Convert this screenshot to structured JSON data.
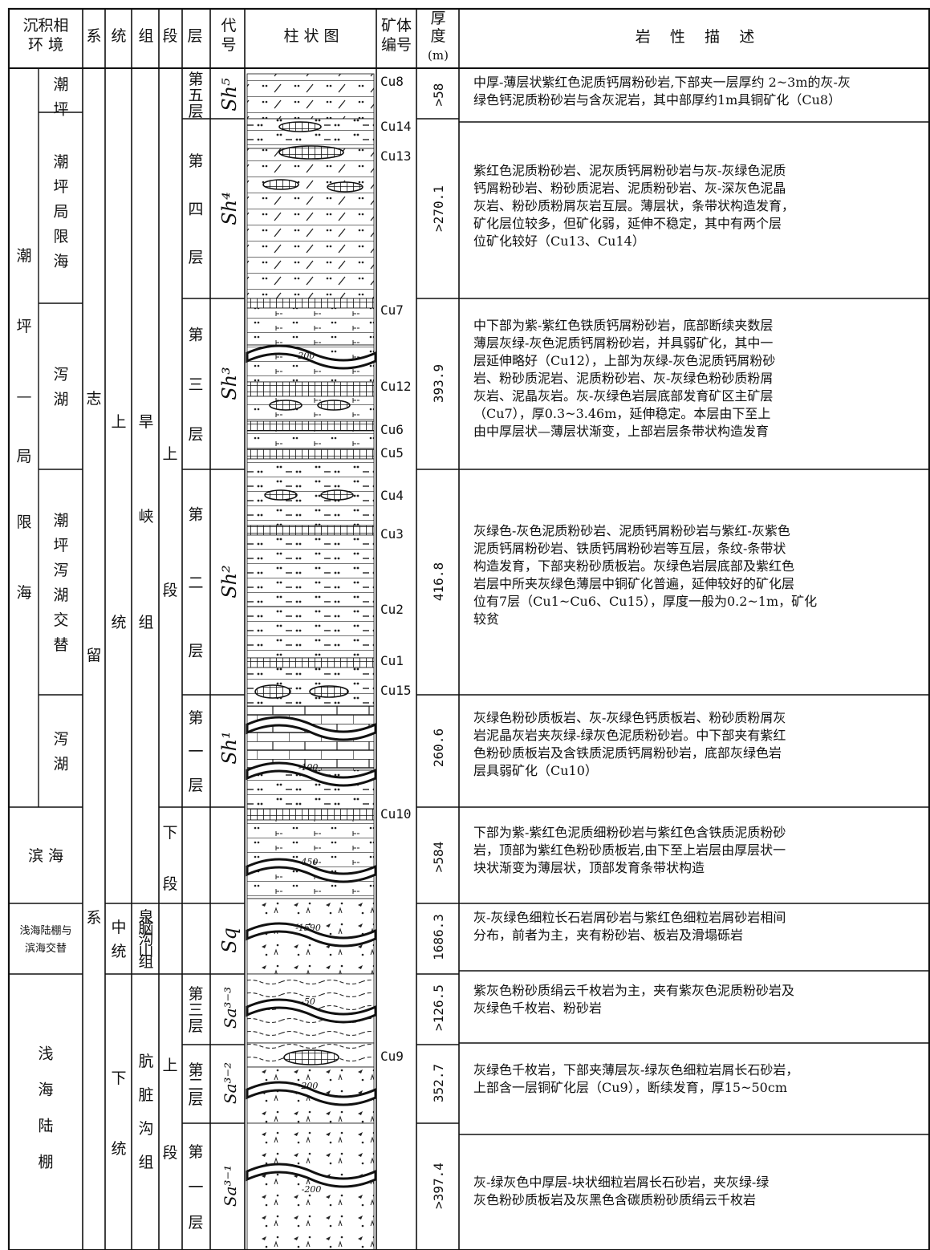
{
  "headers": {
    "env": [
      "沉积相",
      "环 境"
    ],
    "system": "系",
    "series": "统",
    "group": "组",
    "member": "段",
    "layer": "层",
    "code": [
      "代",
      "号"
    ],
    "column": "柱 状 图",
    "orebody": [
      "矿体",
      "编号"
    ],
    "thickness": [
      "厚",
      "度",
      "(m)"
    ],
    "lithology": "岩    性    描    述"
  },
  "env_big": [
    "潮",
    "坪",
    "—",
    "局",
    "限",
    "海"
  ],
  "env_sub": [
    {
      "text": "潮坪"
    },
    {
      "text": "潮坪局限海"
    },
    {
      "text": "泻湖"
    },
    {
      "text": "潮坪泻湖交替"
    },
    {
      "text": "泻湖"
    }
  ],
  "env_full": [
    {
      "text": "滨 海"
    },
    {
      "text": "浅海陆棚与滨海交替"
    },
    {
      "text": "浅海陆棚"
    }
  ],
  "system_labels": [
    "志",
    "留",
    "系"
  ],
  "series_labels": [
    {
      "text": "上统"
    },
    {
      "text": "中统"
    },
    {
      "text": "下统"
    }
  ],
  "group_labels": [
    {
      "text": "旱峡组"
    },
    {
      "text": "泉脑沟山组"
    },
    {
      "text": "肮脏沟组"
    }
  ],
  "member_labels": [
    {
      "text": "上段"
    },
    {
      "text": "下段"
    },
    {
      "text": "上段"
    }
  ],
  "layer_labels": [
    {
      "text": "第五层"
    },
    {
      "text": "第四层"
    },
    {
      "text": "第三层"
    },
    {
      "text": "第二层"
    },
    {
      "text": "第一层"
    },
    {
      "text": "第三层"
    },
    {
      "text": "第二层"
    },
    {
      "text": "第一层"
    }
  ],
  "code_labels": [
    "Sh⁵",
    "Sh⁴",
    "Sh³",
    "Sh²",
    "Sh¹",
    "Sq",
    "Sa³⁻³",
    "Sa³⁻²",
    "Sa³⁻¹"
  ],
  "ore_labels": [
    "Cu8",
    "Cu14",
    "Cu13",
    "Cu7",
    "Cu12",
    "Cu6",
    "Cu5",
    "Cu4",
    "Cu3",
    "Cu2",
    "Cu1",
    "Cu15",
    "Cu10",
    "Cu9"
  ],
  "column_annotations": [
    "-200",
    "-100",
    "-450",
    "-1590",
    "-50",
    "-200",
    "-200"
  ],
  "thickness": [
    ">58",
    ">270.1",
    "393.9",
    "416.8",
    "260.6",
    ">584",
    "1686.3",
    ">126.5",
    "352.7",
    ">397.4"
  ],
  "descriptions": [
    [
      "中厚-薄层状紫红色泥质钙屑粉砂岩,下部夹一层厚约 2~3m的灰-灰",
      "绿色钙泥质粉砂岩与含灰泥岩，其中部厚约1m具铜矿化（Cu8）"
    ],
    [
      "紫红色泥质粉砂岩、泥灰质钙屑粉砂岩与灰-灰绿色泥质",
      "钙屑粉砂岩、粉砂质泥岩、泥质粉砂岩、灰-深灰色泥晶",
      "灰岩、粉砂质粉屑灰岩互层。薄层状，条带状构造发育，",
      "矿化层位较多，但矿化弱，延伸不稳定，其中有两个层",
      "位矿化较好（Cu13、Cu14）"
    ],
    [
      "中下部为紫-紫红色铁质钙屑粉砂岩，底部断续夹数层",
      "薄层灰绿-灰色泥质钙屑粉砂岩，并具弱矿化，其中一",
      "层延伸略好（Cu12），上部为灰绿-灰色泥质钙屑粉砂",
      "岩、粉砂质泥岩、泥质粉砂岩、灰-灰绿色粉砂质粉屑",
      "灰岩、泥晶灰岩。灰-灰绿色岩层底部发育矿区主矿层",
      "（Cu7），厚0.3~3.46m，延伸稳定。本层由下至上",
      "由中厚层状—薄层状渐变，上部岩层条带状构造发育"
    ],
    [
      "灰绿色-灰色泥质粉砂岩、泥质钙屑粉砂岩与紫红-灰紫色",
      "泥质钙屑粉砂岩、铁质钙屑粉砂岩等互层，条纹-条带状",
      "构造发育，下部夹粉砂质板岩。灰绿色岩层底部及紫红色",
      "岩层中所夹灰绿色薄层中铜矿化普遍，延伸较好的矿化层",
      "位有7层（Cu1~Cu6、Cu15），厚度一般为0.2~1m，矿化",
      "较贫"
    ],
    [
      "灰绿色粉砂质板岩、灰-灰绿色钙质板岩、粉砂质粉屑灰",
      "岩泥晶灰岩夹灰绿-绿灰色泥质粉砂岩。中下部夹有紫红",
      "色粉砂质板岩及含铁质泥质钙屑粉砂岩，底部灰绿色岩",
      "层具弱矿化（Cu10）"
    ],
    [
      "下部为紫-紫红色泥质细粉砂岩与紫红色含铁质泥质粉砂",
      "岩，顶部为紫红色粉砂质板岩,由下至上岩层由厚层状一",
      "块状渐变为薄层状，顶部发育条带状构造"
    ],
    [
      "灰-灰绿色细粒长石岩屑砂岩与紫红色细粒岩屑砂岩相间",
      "分布，前者为主，夹有粉砂岩、板岩及滑塌砾岩"
    ],
    [
      "紫灰色粉砂质绢云千枚岩为主，夹有紫灰色泥质粉砂岩及",
      "灰绿色千枚岩、粉砂岩"
    ],
    [
      "灰绿色千枚岩，下部夹薄层灰-绿灰色细粒岩屑长石砂岩，",
      "上部含一层铜矿化层（Cu9），断续发育，厚15~50cm"
    ],
    [
      "灰-绿灰色中厚层-块状细粒岩屑长石砂岩，夹灰绿-绿",
      "灰色粉砂质板岩及灰黑色含碳质粉砂质绢云千枚岩"
    ]
  ]
}
